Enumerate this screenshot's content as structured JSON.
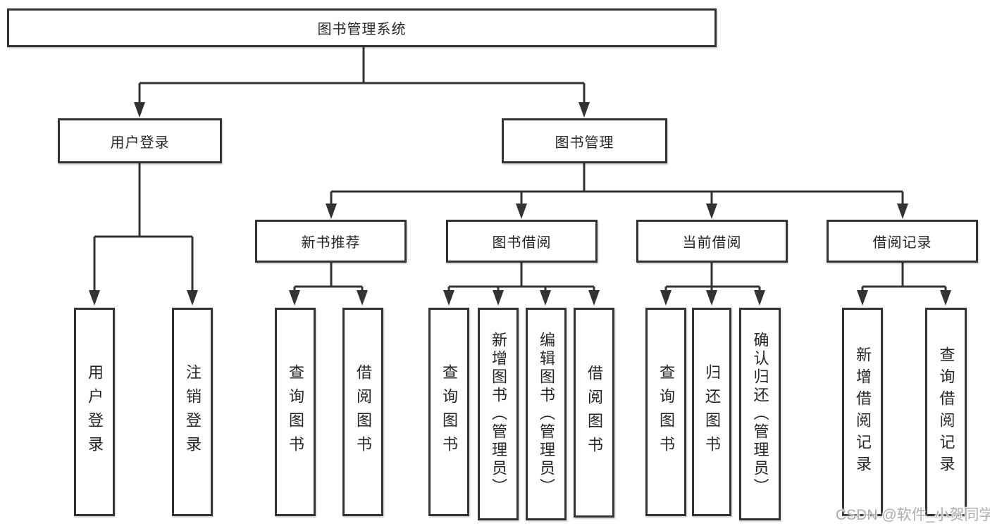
{
  "diagram_type": "hierarchy-tree",
  "tree": {
    "root": {
      "label": "图书管理系统",
      "children": [
        {
          "label": "用户登录",
          "children": [
            {
              "label": "用户登录"
            },
            {
              "label": "注销登录"
            }
          ]
        },
        {
          "label": "图书管理",
          "children": [
            {
              "label": "新书推荐",
              "children": [
                {
                  "label": "查询图书"
                },
                {
                  "label": "借阅图书"
                }
              ]
            },
            {
              "label": "图书借阅",
              "children": [
                {
                  "label": "查询图书"
                },
                {
                  "label": "新增图书（管理员）"
                },
                {
                  "label": "编辑图书（管理员）"
                },
                {
                  "label": "借阅图书"
                }
              ]
            },
            {
              "label": "当前借阅",
              "children": [
                {
                  "label": "查询图书"
                },
                {
                  "label": "归还图书"
                },
                {
                  "label": "确认归还（管理员）"
                }
              ]
            },
            {
              "label": "借阅记录",
              "children": [
                {
                  "label": "新增借阅记录"
                },
                {
                  "label": "查询借阅记录"
                }
              ]
            }
          ]
        }
      ]
    }
  },
  "watermark": {
    "text": "CSDN @软件_小贺同学"
  },
  "colors": {
    "line": "#333333",
    "box_border": "#333333",
    "text": "#262626",
    "background": "#ffffff",
    "watermark_text": "#adadad"
  }
}
